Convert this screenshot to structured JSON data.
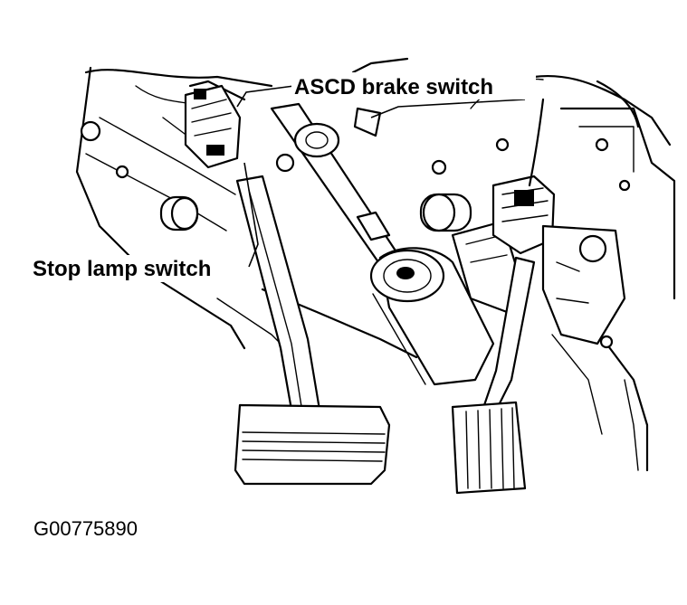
{
  "labels": {
    "ascd_brake_switch": "ASCD brake switch",
    "stop_lamp_switch": "Stop lamp switch"
  },
  "figure_code": "G00775890"
}
